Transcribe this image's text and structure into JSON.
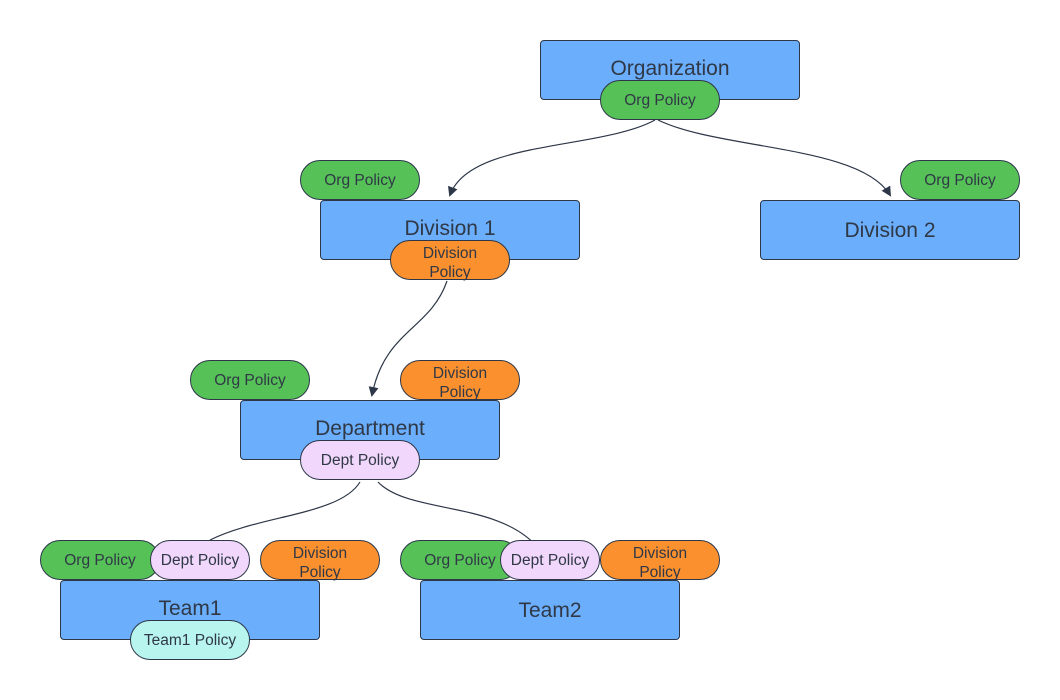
{
  "colors": {
    "node": "#6aaefc",
    "org_policy": "#55c157",
    "division_policy": "#fa902e",
    "dept_policy": "#f0d7fb",
    "team1_policy": "#b8f5ee",
    "connector": "#2d3748"
  },
  "nodes": {
    "organization": "Organization",
    "division1": "Division 1",
    "division2": "Division 2",
    "department": "Department",
    "team1": "Team1",
    "team2": "Team2"
  },
  "policies": {
    "org": "Org Policy",
    "division": "Division Policy",
    "dept": "Dept Policy",
    "team1": "Team1 Policy"
  }
}
